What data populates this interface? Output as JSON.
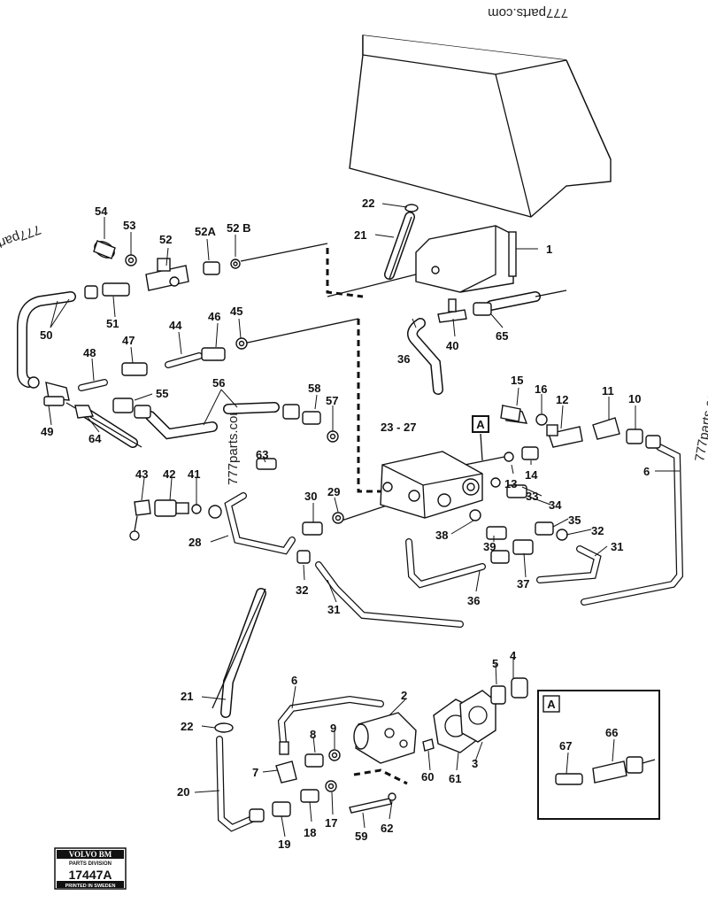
{
  "watermarks": [
    "777parts.com",
    "777parts.com",
    "777parts.com",
    "777parts.com"
  ],
  "labels": [
    {
      "id": "1",
      "text": "1"
    },
    {
      "id": "2",
      "text": "2"
    },
    {
      "id": "3",
      "text": "3"
    },
    {
      "id": "4",
      "text": "4"
    },
    {
      "id": "5",
      "text": "5"
    },
    {
      "id": "6a",
      "text": "6"
    },
    {
      "id": "6b",
      "text": "6"
    },
    {
      "id": "7",
      "text": "7"
    },
    {
      "id": "8",
      "text": "8"
    },
    {
      "id": "9",
      "text": "9"
    },
    {
      "id": "10",
      "text": "10"
    },
    {
      "id": "11",
      "text": "11"
    },
    {
      "id": "12",
      "text": "12"
    },
    {
      "id": "13",
      "text": "13"
    },
    {
      "id": "14",
      "text": "14"
    },
    {
      "id": "15",
      "text": "15"
    },
    {
      "id": "16",
      "text": "16"
    },
    {
      "id": "17",
      "text": "17"
    },
    {
      "id": "18",
      "text": "18"
    },
    {
      "id": "19",
      "text": "19"
    },
    {
      "id": "20",
      "text": "20"
    },
    {
      "id": "21a",
      "text": "21"
    },
    {
      "id": "21b",
      "text": "21"
    },
    {
      "id": "22a",
      "text": "22"
    },
    {
      "id": "22b",
      "text": "22"
    },
    {
      "id": "23",
      "text": "23 - 27"
    },
    {
      "id": "28",
      "text": "28"
    },
    {
      "id": "29",
      "text": "29"
    },
    {
      "id": "30",
      "text": "30"
    },
    {
      "id": "31a",
      "text": "31"
    },
    {
      "id": "31b",
      "text": "31"
    },
    {
      "id": "32a",
      "text": "32"
    },
    {
      "id": "32b",
      "text": "32"
    },
    {
      "id": "33",
      "text": "33"
    },
    {
      "id": "34",
      "text": "34"
    },
    {
      "id": "35",
      "text": "35"
    },
    {
      "id": "36a",
      "text": "36"
    },
    {
      "id": "36b",
      "text": "36"
    },
    {
      "id": "37",
      "text": "37"
    },
    {
      "id": "38",
      "text": "38"
    },
    {
      "id": "39",
      "text": "39"
    },
    {
      "id": "40",
      "text": "40"
    },
    {
      "id": "41",
      "text": "41"
    },
    {
      "id": "42",
      "text": "42"
    },
    {
      "id": "43",
      "text": "43"
    },
    {
      "id": "44",
      "text": "44"
    },
    {
      "id": "45",
      "text": "45"
    },
    {
      "id": "46",
      "text": "46"
    },
    {
      "id": "47",
      "text": "47"
    },
    {
      "id": "48",
      "text": "48"
    },
    {
      "id": "49",
      "text": "49"
    },
    {
      "id": "50",
      "text": "50"
    },
    {
      "id": "51",
      "text": "51"
    },
    {
      "id": "52",
      "text": "52"
    },
    {
      "id": "52A",
      "text": "52A"
    },
    {
      "id": "52B",
      "text": "52 B"
    },
    {
      "id": "53",
      "text": "53"
    },
    {
      "id": "54",
      "text": "54"
    },
    {
      "id": "55",
      "text": "55"
    },
    {
      "id": "56",
      "text": "56"
    },
    {
      "id": "57",
      "text": "57"
    },
    {
      "id": "58",
      "text": "58"
    },
    {
      "id": "59",
      "text": "59"
    },
    {
      "id": "60",
      "text": "60"
    },
    {
      "id": "61",
      "text": "61"
    },
    {
      "id": "62",
      "text": "62"
    },
    {
      "id": "63",
      "text": "63"
    },
    {
      "id": "64",
      "text": "64"
    },
    {
      "id": "65",
      "text": "65"
    },
    {
      "id": "66",
      "text": "66"
    },
    {
      "id": "67",
      "text": "67"
    }
  ],
  "detail_marker": "A",
  "detail_box_title": "A",
  "stamp": {
    "brand": "VOLVO BM",
    "division": "PARTS DIVISION",
    "number": "17447A",
    "printed": "PRINTED IN SWEDEN"
  }
}
